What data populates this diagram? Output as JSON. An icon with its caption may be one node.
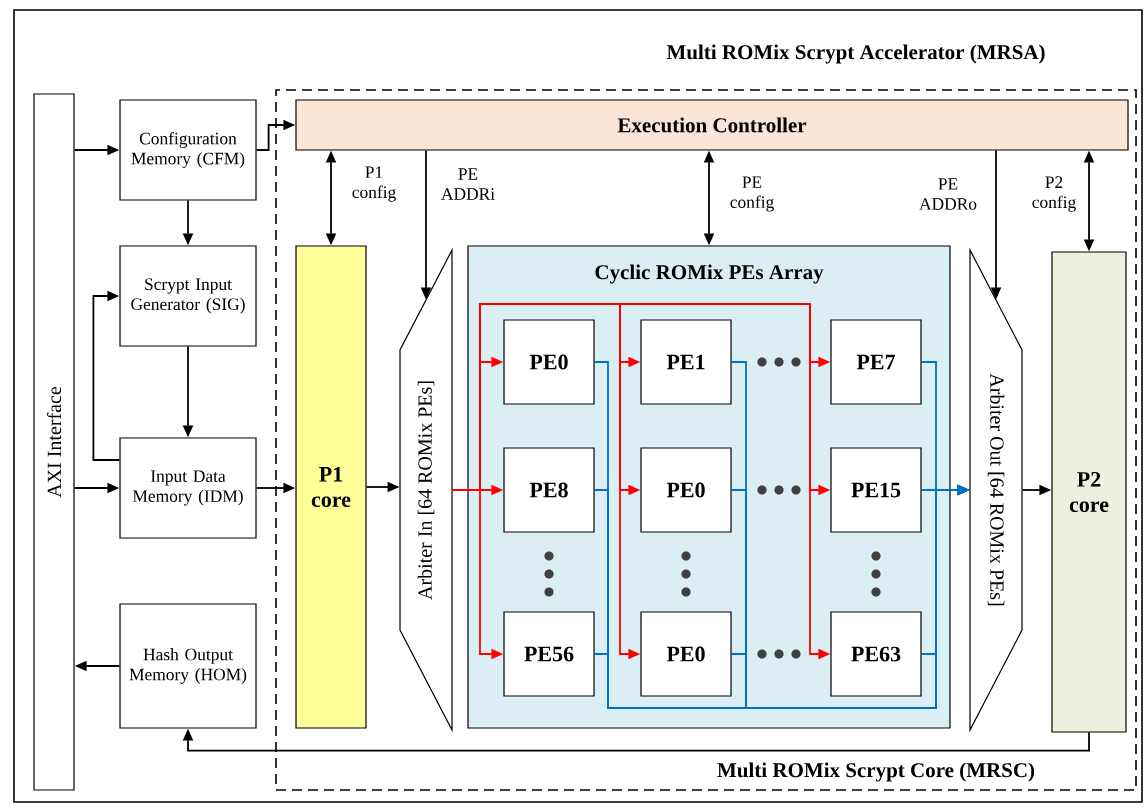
{
  "diagram": {
    "nodes": [
      {
        "text": [
          "Multi ROMix Scrypt Accelerator (MRSA)"
        ]
      },
      {
        "text": [
          "AXI Interface"
        ],
        "in": 0
      },
      {
        "text": [
          "Configuration Memory (CFM)"
        ],
        "in": 0
      },
      {
        "text": [
          "Scrypt Input Generator (SIG)"
        ],
        "in": 0
      },
      {
        "text": [
          "Input Data Memory (IDM)"
        ],
        "in": 0
      },
      {
        "text": [
          "Hash Output Memory (HOM)"
        ],
        "in": 0
      },
      {
        "text": [
          "Multi ROMix Scrypt Core (MRSC)"
        ],
        "in": 0
      },
      {
        "text": [
          "Execution Controller"
        ],
        "in": 6
      },
      {
        "text": [
          "P1 core"
        ],
        "in": 6
      },
      {
        "text": [
          "Arbiter In [64 ROMix PEs]"
        ],
        "in": 6
      },
      {
        "text": [
          "Cyclic ROMix PEs Array"
        ],
        "in": 6
      },
      {
        "text": [
          "PE0"
        ],
        "in": 10
      },
      {
        "text": [
          "PE1"
        ],
        "in": 10
      },
      {
        "text": [
          "PE7"
        ],
        "in": 10
      },
      {
        "text": [
          "PE8"
        ],
        "in": 10
      },
      {
        "text": [
          "PE0"
        ],
        "in": 10
      },
      {
        "text": [
          "PE15"
        ],
        "in": 10
      },
      {
        "text": [
          "PE56"
        ],
        "in": 10
      },
      {
        "text": [
          "PE0"
        ],
        "in": 10
      },
      {
        "text": [
          "PE63"
        ],
        "in": 10
      },
      {
        "text": [
          "Arbiter Out [64 ROMix PEs]"
        ],
        "in": 6
      },
      {
        "text": [
          "P2 core"
        ],
        "in": 6
      }
    ],
    "edges": [
      {
        "from": 1,
        "to": 2,
        "arrow": "to"
      },
      {
        "from": 2,
        "to": 3,
        "arrow": "to"
      },
      {
        "from": 3,
        "to": 4,
        "arrow": "to"
      },
      {
        "from": 4,
        "to": 3,
        "arrow": "to"
      },
      {
        "from": 1,
        "to": 4,
        "arrow": "to"
      },
      {
        "from": 5,
        "to": 1,
        "arrow": "to"
      },
      {
        "from": 2,
        "to": 7,
        "arrow": "to"
      },
      {
        "from": 4,
        "to": 8,
        "arrow": "to"
      },
      {
        "from": 7,
        "to": 8,
        "arrow": "both",
        "label": "P1 config"
      },
      {
        "from": 7,
        "to": 9,
        "arrow": "to",
        "label": "PE ADDRi"
      },
      {
        "from": 7,
        "to": 10,
        "arrow": "both",
        "label": "PE config"
      },
      {
        "from": 7,
        "to": 20,
        "arrow": "to",
        "label": "PE ADDRo"
      },
      {
        "from": 7,
        "to": 21,
        "arrow": "both",
        "label": "P2 config"
      },
      {
        "from": 8,
        "to": 9,
        "arrow": "to"
      },
      {
        "from": 9,
        "to": 11,
        "arrow": "to",
        "color": "#ff0000"
      },
      {
        "from": 9,
        "to": 12,
        "arrow": "to",
        "color": "#ff0000"
      },
      {
        "from": 9,
        "to": 13,
        "arrow": "to",
        "color": "#ff0000"
      },
      {
        "from": 9,
        "to": 14,
        "arrow": "to",
        "color": "#ff0000"
      },
      {
        "from": 9,
        "to": 15,
        "arrow": "to",
        "color": "#ff0000"
      },
      {
        "from": 9,
        "to": 16,
        "arrow": "to",
        "color": "#ff0000"
      },
      {
        "from": 9,
        "to": 17,
        "arrow": "to",
        "color": "#ff0000"
      },
      {
        "from": 9,
        "to": 18,
        "arrow": "to",
        "color": "#ff0000"
      },
      {
        "from": 9,
        "to": 19,
        "arrow": "to",
        "color": "#ff0000"
      },
      {
        "from": 11,
        "to": 20,
        "arrow": "to",
        "color": "#0070c0"
      },
      {
        "from": 12,
        "to": 20,
        "arrow": "to",
        "color": "#0070c0"
      },
      {
        "from": 13,
        "to": 20,
        "arrow": "to",
        "color": "#0070c0"
      },
      {
        "from": 14,
        "to": 20,
        "arrow": "to",
        "color": "#0070c0"
      },
      {
        "from": 15,
        "to": 20,
        "arrow": "to",
        "color": "#0070c0"
      },
      {
        "from": 16,
        "to": 20,
        "arrow": "to",
        "color": "#0070c0"
      },
      {
        "from": 17,
        "to": 20,
        "arrow": "to",
        "color": "#0070c0"
      },
      {
        "from": 18,
        "to": 20,
        "arrow": "to",
        "color": "#0070c0"
      },
      {
        "from": 19,
        "to": 20,
        "arrow": "to",
        "color": "#0070c0"
      },
      {
        "from": 20,
        "to": 21,
        "arrow": "to"
      },
      {
        "from": 21,
        "to": 5,
        "arrow": "to"
      }
    ]
  }
}
